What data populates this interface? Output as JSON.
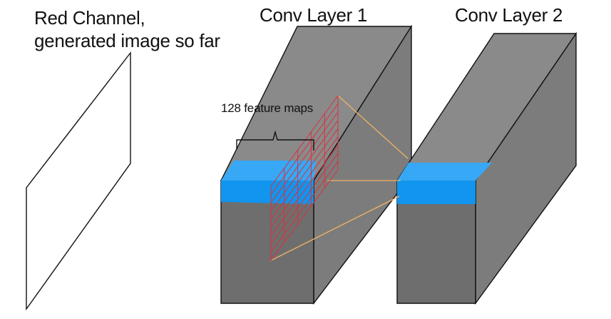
{
  "labels": {
    "input_line1": "Red Channel,",
    "input_line2": "generated image so far",
    "conv_layer_1": "Conv Layer 1",
    "conv_layer_2": "Conv Layer 2",
    "feature_maps": "128 feature maps"
  },
  "colors": {
    "block_front": "#6e6e6e",
    "block_top": "#8a8a8a",
    "block_side": "#7c7c7c",
    "edge": "#111111",
    "slice_front": "#1195ee",
    "slice_top": "#36a8f5",
    "grid": "#d8323e",
    "connector": "#f0b266"
  },
  "grid": {
    "columns": 5,
    "rows": 9
  }
}
